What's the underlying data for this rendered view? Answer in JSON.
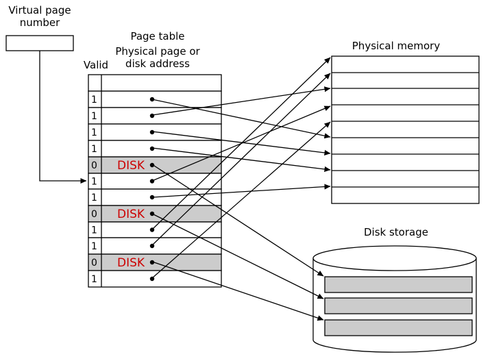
{
  "labels": {
    "vpn_line1": "Virtual page",
    "vpn_line2": "number",
    "page_table": "Page table",
    "pte_line1": "Physical page or",
    "pte_line2": "disk address",
    "valid": "Valid",
    "physical_memory": "Physical memory",
    "disk_storage": "Disk storage"
  },
  "page_table": {
    "rows": [
      {
        "valid": "",
        "entry": ""
      },
      {
        "valid": "1",
        "entry": ""
      },
      {
        "valid": "1",
        "entry": ""
      },
      {
        "valid": "1",
        "entry": ""
      },
      {
        "valid": "1",
        "entry": ""
      },
      {
        "valid": "0",
        "entry": "DISK"
      },
      {
        "valid": "1",
        "entry": ""
      },
      {
        "valid": "1",
        "entry": ""
      },
      {
        "valid": "0",
        "entry": "DISK"
      },
      {
        "valid": "1",
        "entry": ""
      },
      {
        "valid": "1",
        "entry": ""
      },
      {
        "valid": "0",
        "entry": "DISK"
      },
      {
        "valid": "1",
        "entry": ""
      }
    ]
  },
  "colors": {
    "disk_text": "#cc0000",
    "invalid_row_fill": "#cccccc",
    "disk_block_fill": "#cccccc",
    "line": "#000000"
  }
}
